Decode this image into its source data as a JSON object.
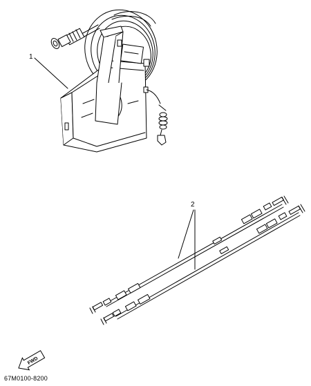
{
  "callouts": {
    "part_1": "1",
    "part_2": "2"
  },
  "direction_badge": {
    "label": "FWD"
  },
  "drawing_number": "67M0100-8200",
  "colors": {
    "line": "#000000",
    "background": "#ffffff"
  }
}
